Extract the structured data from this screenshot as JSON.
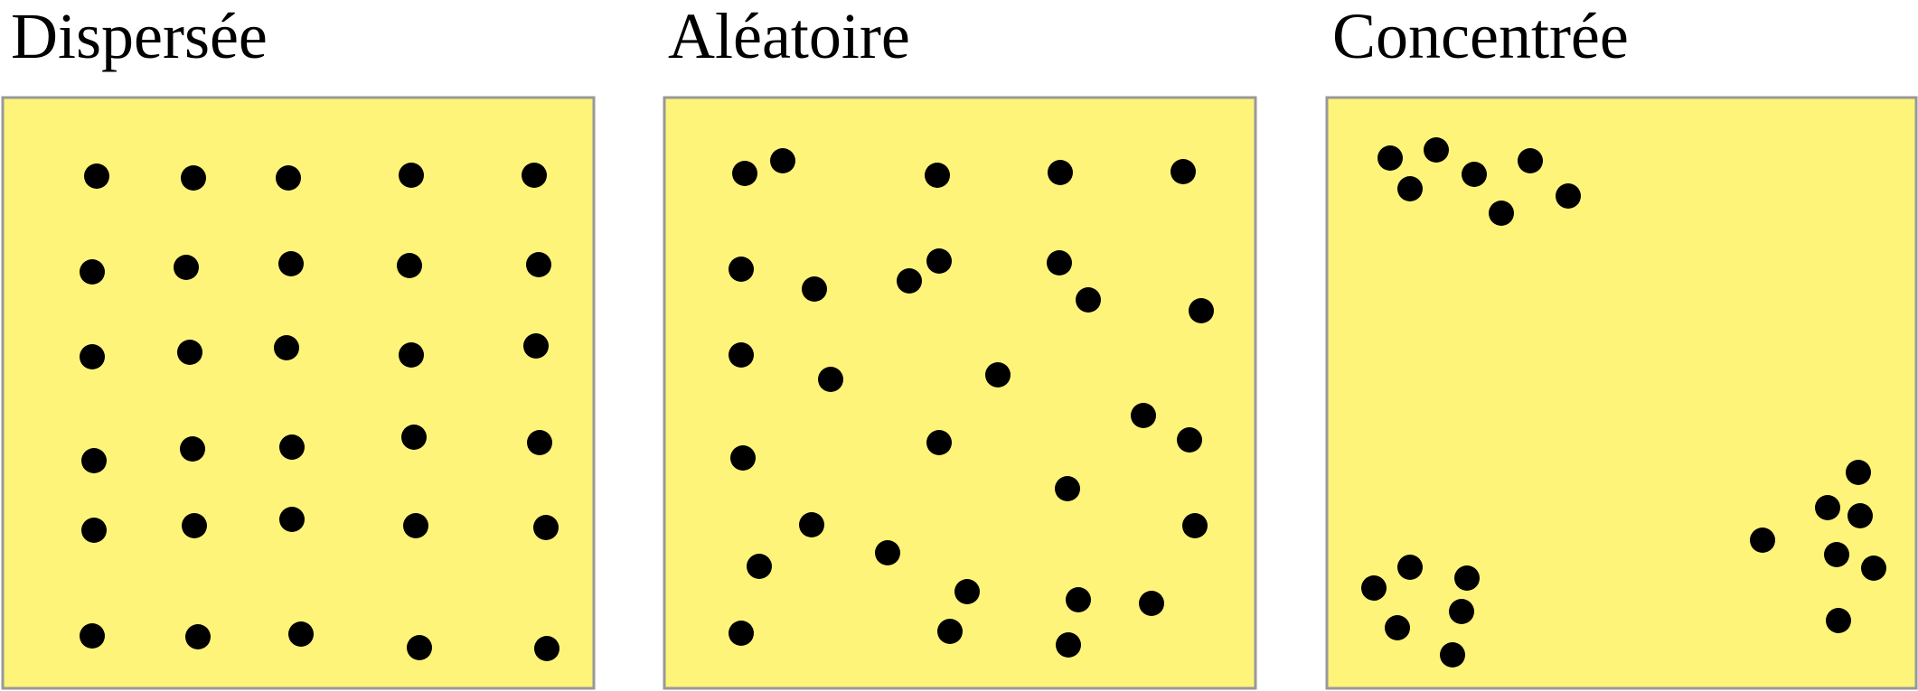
{
  "titles": {
    "dispersed": "Dispersée",
    "random": "Aléatoire",
    "concentrated": "Concentrée"
  },
  "colors": {
    "panel_fill": "#FFF47A",
    "panel_border": "#999999",
    "dot": "#000000"
  }
}
